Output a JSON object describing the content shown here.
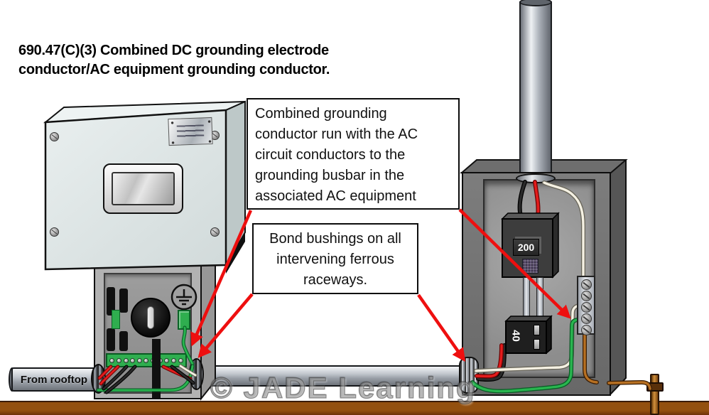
{
  "title": {
    "lines": [
      "690.47(C)(3) Combined DC grounding electrode",
      "conductor/AC equipment grounding conductor."
    ]
  },
  "callouts": {
    "combined_grounding": {
      "lines": [
        "Combined grounding",
        "conductor run with the AC",
        "circuit conductors to the",
        "grounding busbar in the",
        "associated AC equipment"
      ]
    },
    "bond_bushings": {
      "lines": [
        "Bond bushings on all",
        "intervening ferrous",
        "raceways."
      ]
    }
  },
  "labels": {
    "from_rooftop": "From rooftop",
    "main_breaker_rating": "200",
    "branch_breaker_rating": "40",
    "watermark": "© JADE Learning"
  },
  "colors": {
    "arrow_red": "#ee0f0f",
    "wire_red": "#e41c1c",
    "wire_black": "#1a1a1a",
    "wire_green": "#29b54f",
    "wire_neutral_white": "#f5f1e3",
    "copper_conductor": "#b77022",
    "earth_brown": "#93500f",
    "panel_gray": "#6e6e6e",
    "inverter_gray": "#dde4e4"
  }
}
